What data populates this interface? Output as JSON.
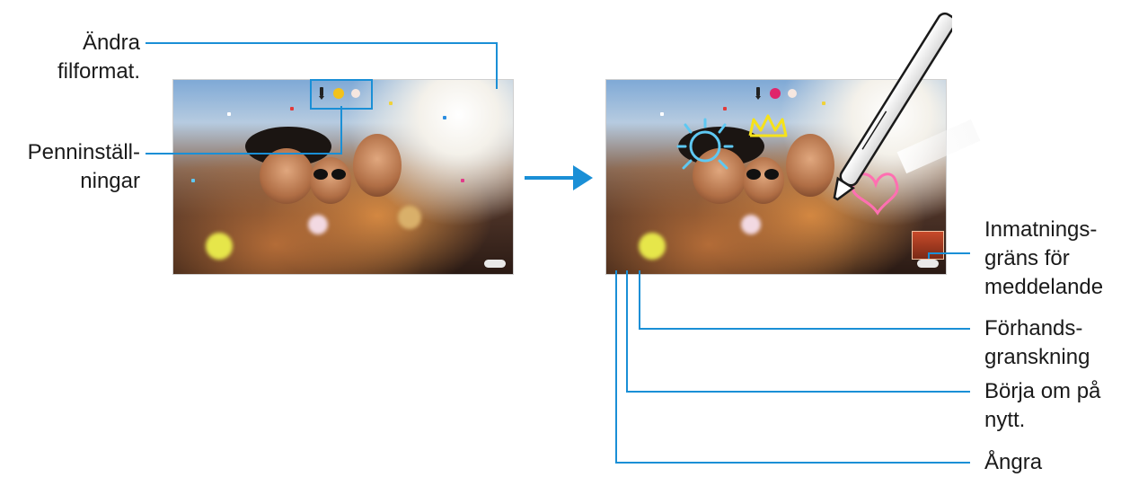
{
  "labels": {
    "change_format": [
      "Ändra",
      "filformat."
    ],
    "pen_settings": [
      "Penninställ-",
      "ningar"
    ],
    "input_limit": [
      "Inmatnings-",
      "gräns för",
      "meddelande"
    ],
    "preview": [
      "Förhands-",
      "granskning"
    ],
    "restart": [
      "Börja om på",
      "nytt."
    ],
    "undo": [
      "Ångra"
    ]
  },
  "colors": {
    "callout_line": "#1a8fd6",
    "arrow": "#1a8fd6",
    "pen_yellow": "#f2c21b",
    "pen_pink": "#e0256b",
    "pen_light": "#f6e7e0",
    "drawing_pink": "#ff6fb1",
    "drawing_yellow": "#f6e21a",
    "drawing_blue": "#5ec8f2"
  },
  "icons": [
    "pen-icon",
    "color-dot",
    "stylus-pen",
    "right-arrow-icon"
  ]
}
